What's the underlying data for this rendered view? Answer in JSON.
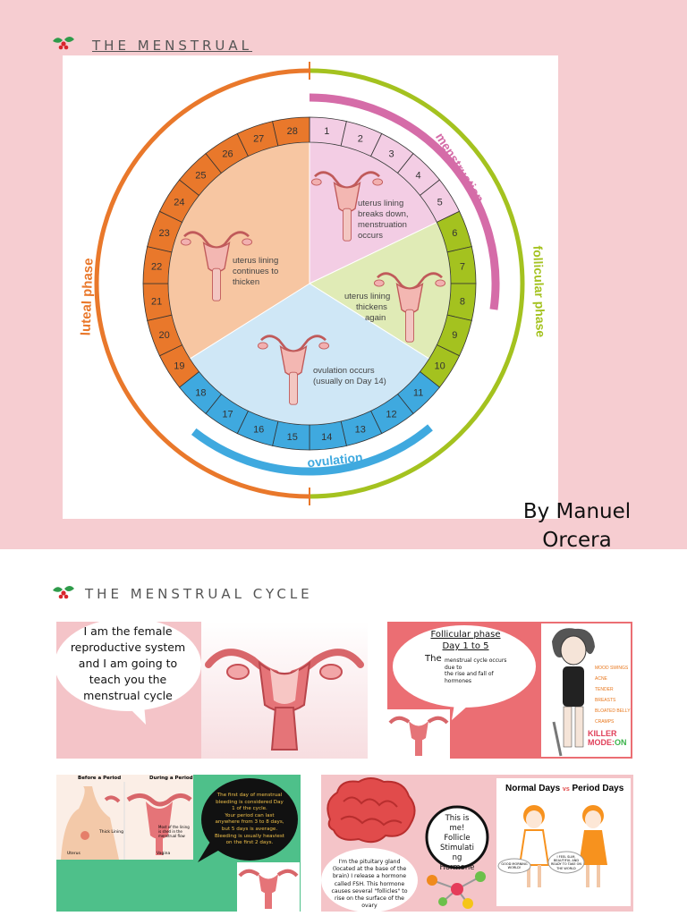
{
  "slide1": {
    "title": "THE MENSTRUAL CYCLE",
    "byline_line1": "By Manuel",
    "byline_line2": "Orcera",
    "diagram": {
      "days": [
        "1",
        "2",
        "3",
        "4",
        "5",
        "6",
        "7",
        "8",
        "9",
        "10",
        "11",
        "12",
        "13",
        "14",
        "15",
        "16",
        "17",
        "18",
        "19",
        "20",
        "21",
        "22",
        "23",
        "24",
        "25",
        "26",
        "27",
        "28"
      ],
      "phase_labels": {
        "luteal": "luteal phase",
        "follicular": "follicular phase",
        "menstruation": "menstruation",
        "ovulation": "ovulation"
      },
      "segment_text": {
        "menstruation_l1": "uterus lining",
        "menstruation_l2": "breaks down,",
        "menstruation_l3": "menstruation",
        "menstruation_l4": "occurs",
        "follicular_l1": "uterus lining",
        "follicular_l2": "thickens",
        "follicular_l3": "again",
        "ovulation_l1": "ovulation occurs",
        "ovulation_l2": "(usually on Day 14)",
        "luteal_l1": "uterus lining",
        "luteal_l2": "continues to",
        "luteal_l3": "thicken"
      }
    }
  },
  "slide2": {
    "title": "THE MENSTRUAL CYCLE",
    "panel1": {
      "bubble_l1": "I am the female",
      "bubble_l2": "reproductive system",
      "bubble_l3": "and I am going to",
      "bubble_l4": "teach you the",
      "bubble_l5": "menstrual cycle"
    },
    "panel2": {
      "heading_l1": "Follicular phase",
      "heading_l2": "Day 1 to 5",
      "body_big": "The",
      "body_small_l1": "menstrual cycle occurs due to",
      "body_small_l2": "the rise and fall of hormones",
      "side_notes": [
        "MOOD SWINGS",
        "ACNE",
        "TENDER BREASTS",
        "BLOATED BELLY",
        "CRAMPS"
      ],
      "killer_l1": "KILLER",
      "killer_l2": "MODE:",
      "killer_on": "ON"
    },
    "panel3": {
      "before": "Before a Period",
      "during": "During a Period",
      "label_thick": "Thick Lining",
      "label_most": "Most of the lining is shed in the menstrual flow",
      "label_uterus": "Uterus",
      "label_vagina": "Vagina",
      "bubble_l1": "The first day of menstrual",
      "bubble_l2": "bleeding is considered Day",
      "bubble_l3": "1 of the cycle.",
      "bubble_l4": "Your period can last",
      "bubble_l5": "anywhere from 3 to 8 days,",
      "bubble_l6": "but 5 days is average.",
      "bubble_l7": "Bleeding is usually heaviest",
      "bubble_l8": "on the first 2 days."
    },
    "panel4": {
      "brain_l1": "I'm the pituitary gland",
      "brain_l2": "(located at the base of the",
      "brain_l3": "brain) I release a hormone",
      "brain_l4": "called FSH. This hormone",
      "brain_l5": "causes several \"follicles\" to",
      "brain_l6": "rise on the surface of the",
      "brain_l7": "ovary",
      "me_l1": "This is",
      "me_l2": "me!",
      "me_l3": "Follicle",
      "me_l4": "Stimulati",
      "me_l5": "ng",
      "me_l6": "Hormone",
      "comic_title_a": "Normal Days",
      "comic_title_vs": "vs",
      "comic_title_b": "Period Days",
      "comic_note_1": "GOOD MORNING WORLD!",
      "comic_note_2": "I FEEL SLIM, BEAUTIFUL AND READY TO TAKE ON THE WORLD"
    }
  },
  "colors": {
    "slide_bg": "#f6cdd1",
    "luteal": "#e9782b",
    "follicular": "#a4c21f",
    "ovulation": "#3fa9df",
    "menstruation": "#d56ca8",
    "panel_pink": "#f4c4c8",
    "panel_red": "#eb6e73",
    "panel_green": "#4ec08a"
  },
  "icons": [
    "holly-icon",
    "uterus-icon",
    "brain-icon",
    "molecule-icon"
  ]
}
